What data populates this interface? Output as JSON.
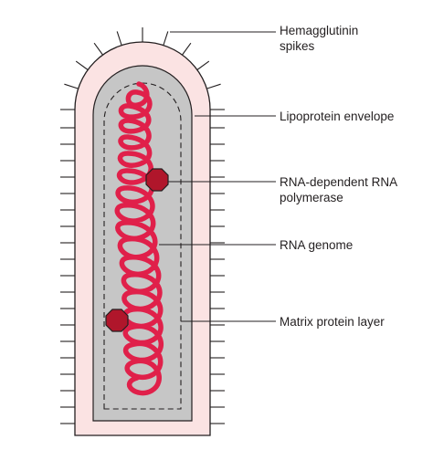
{
  "labels": {
    "hemagglutinin_line1": "Hemagglutinin",
    "hemagglutinin_line2": "spikes",
    "lipoprotein": "Lipoprotein envelope",
    "polymerase_line1": "RNA-dependent RNA",
    "polymerase_line2": "polymerase",
    "genome": "RNA genome",
    "matrix": "Matrix protein layer"
  },
  "colors": {
    "envelope_fill": "#fbe3e3",
    "envelope_stroke": "#231f20",
    "core_fill": "#c6c6c6",
    "rna": "#e0204a",
    "polymerase": "#b0162b",
    "leader_line": "#231f20",
    "text": "#231f20"
  }
}
